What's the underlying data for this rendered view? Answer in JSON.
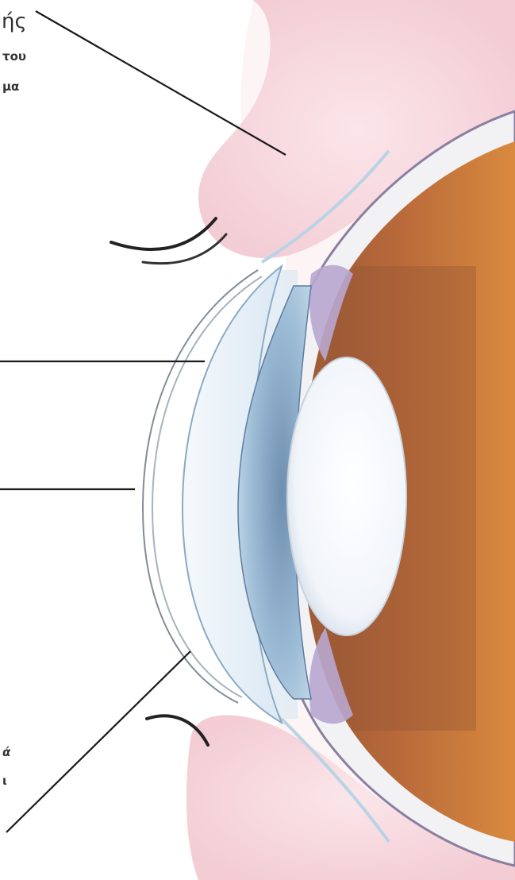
{
  "labels": {
    "top_fragment_line1": "ής",
    "top_fragment_line2": "του",
    "top_fragment_line3": "μα",
    "bottom_fragment_line1": "ά",
    "bottom_fragment_line2": "ι"
  },
  "colors": {
    "background": "#ffffff",
    "eyelid_skin": "#f6d7dc",
    "eyeball_interior": "#c8722e",
    "iris": "#9dbcd6",
    "lens": "#f4f7fb",
    "cornea": "#e6f0f8",
    "label_text": "#333333",
    "leader_line": "#1a1a1a"
  }
}
